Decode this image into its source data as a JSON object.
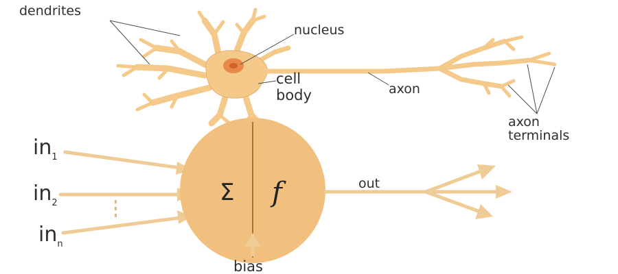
{
  "neuron": {
    "labels": {
      "dendrites": "dendrites",
      "nucleus": "nucleus",
      "cell_body_line1": "cell",
      "cell_body_line2": "body",
      "axon": "axon",
      "axon_terminals_line1": "axon",
      "axon_terminals_line2": "terminals"
    }
  },
  "perceptron": {
    "inputs": [
      {
        "base": "in",
        "sub": "1"
      },
      {
        "base": "in",
        "sub": "2"
      },
      {
        "base": "in",
        "sub": "n"
      }
    ],
    "sum_symbol": "Σ",
    "activation_symbol": "f",
    "output_label": "out",
    "bias_label": "bias"
  },
  "colors": {
    "neuron_fill": "#f4c98a",
    "neuron_stroke": "#d9a35a",
    "nucleus_fill": "#e8894a",
    "nucleus_core": "#d0622c",
    "perceptron_fill": "#f2c07e",
    "arrow": "#efcb95",
    "divider": "#a8742f",
    "leader_line": "#4a4a4a"
  }
}
